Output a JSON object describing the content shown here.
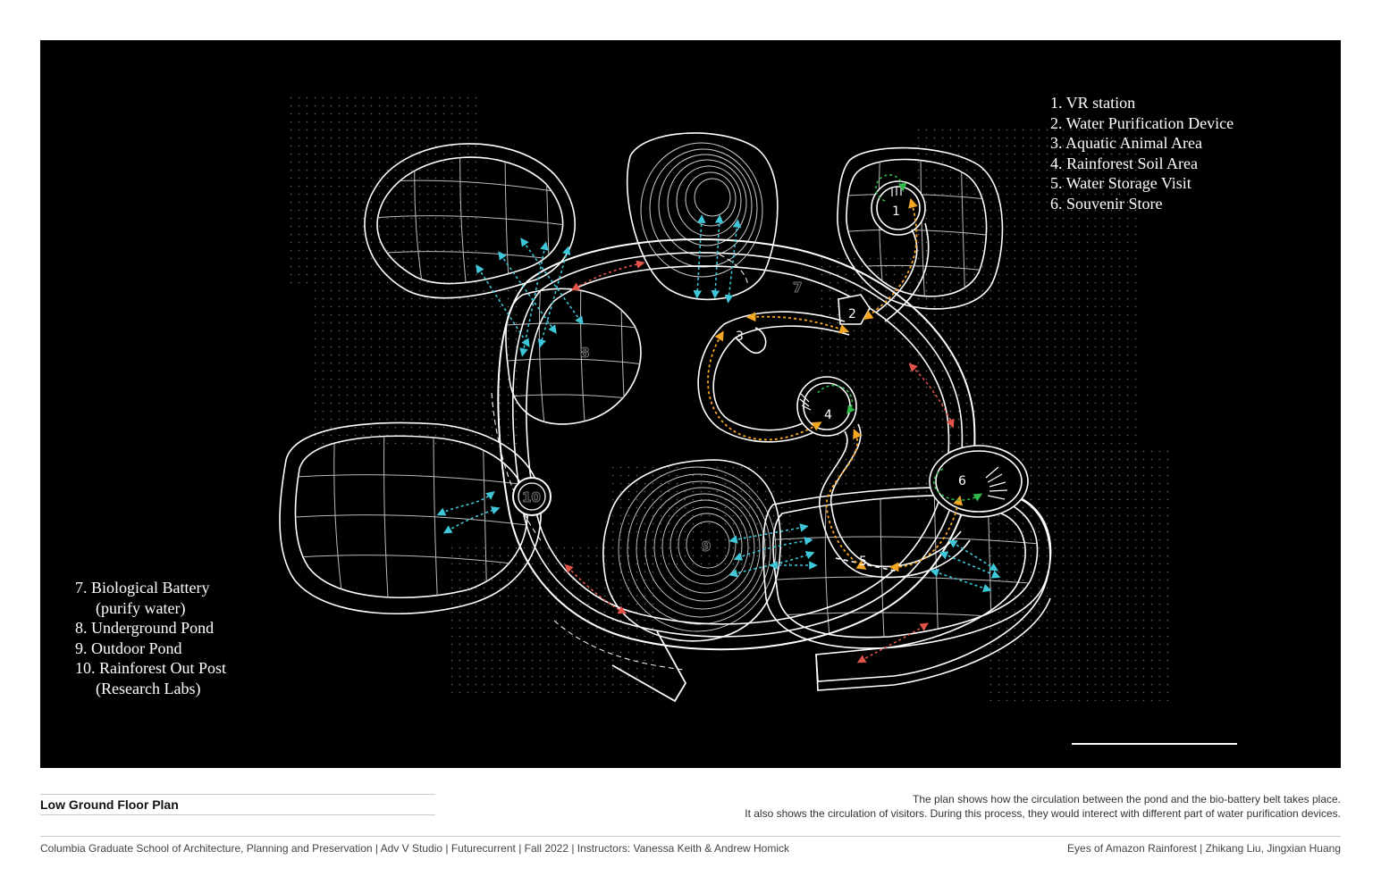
{
  "legend_top": [
    "1. VR station",
    "2. Water Purification Device",
    "3. Aquatic Animal Area",
    "4. Rainforest Soil Area",
    "5. Water Storage Visit",
    "6. Souvenir Store"
  ],
  "legend_bottom": [
    "7. Biological Battery",
    "(purify water)",
    "8. Underground Pond",
    "9. Outdoor Pond",
    "10. Rainforest Out Post",
    "(Research Labs)"
  ],
  "plan_numbers": [
    "1",
    "2",
    "3",
    "4",
    "5",
    "6",
    "7",
    "8",
    "9",
    "10"
  ],
  "plan_title": "Low Ground Floor Plan",
  "description": [
    "The plan shows how the circulation between the pond and the bio-battery belt takes place.",
    "It also shows the circulation of visitors. During this process, they would interect with different part of water purification devices."
  ],
  "footer_left": "Columbia Graduate School of Architecture, Planning and Preservation | Adv V Studio | Futurecurrent | Fall 2022 | Instructors: Vanessa Keith & Andrew Homick",
  "footer_right": "Eyes of Amazon Rainforest |  Zhikang Liu, Jingxian Huang",
  "colors": {
    "background": "#000000",
    "line": "#ffffff",
    "visitor_path": "#f5a623",
    "water_flow": "#3ec7d8",
    "battery_flow": "#e0524a",
    "loop": "#2fb84a"
  }
}
